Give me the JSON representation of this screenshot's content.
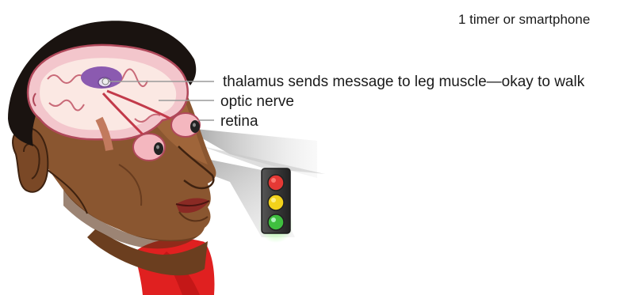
{
  "labels": {
    "materials": "1 timer or smartphone",
    "thalamus": "thalamus sends message to leg muscle—okay to walk",
    "optic_nerve": "optic nerve",
    "retina": "retina"
  },
  "colors": {
    "skin": "#8a5630",
    "skin_shadow": "#6b3e1f",
    "skin_light": "#b07344",
    "hair": "#1a1310",
    "brain_pink": "#e8a7b0",
    "brain_outline": "#b0485a",
    "thalamus_purple": "#8b5ab0",
    "shirt_red": "#e02020",
    "traffic_light_body": "#3d3d3d",
    "light_red": "#e53935",
    "light_yellow": "#f2d21b",
    "light_green": "#3fbf3f"
  },
  "icons": {
    "traffic_light": "traffic-light-icon",
    "head": "head-illustration"
  }
}
